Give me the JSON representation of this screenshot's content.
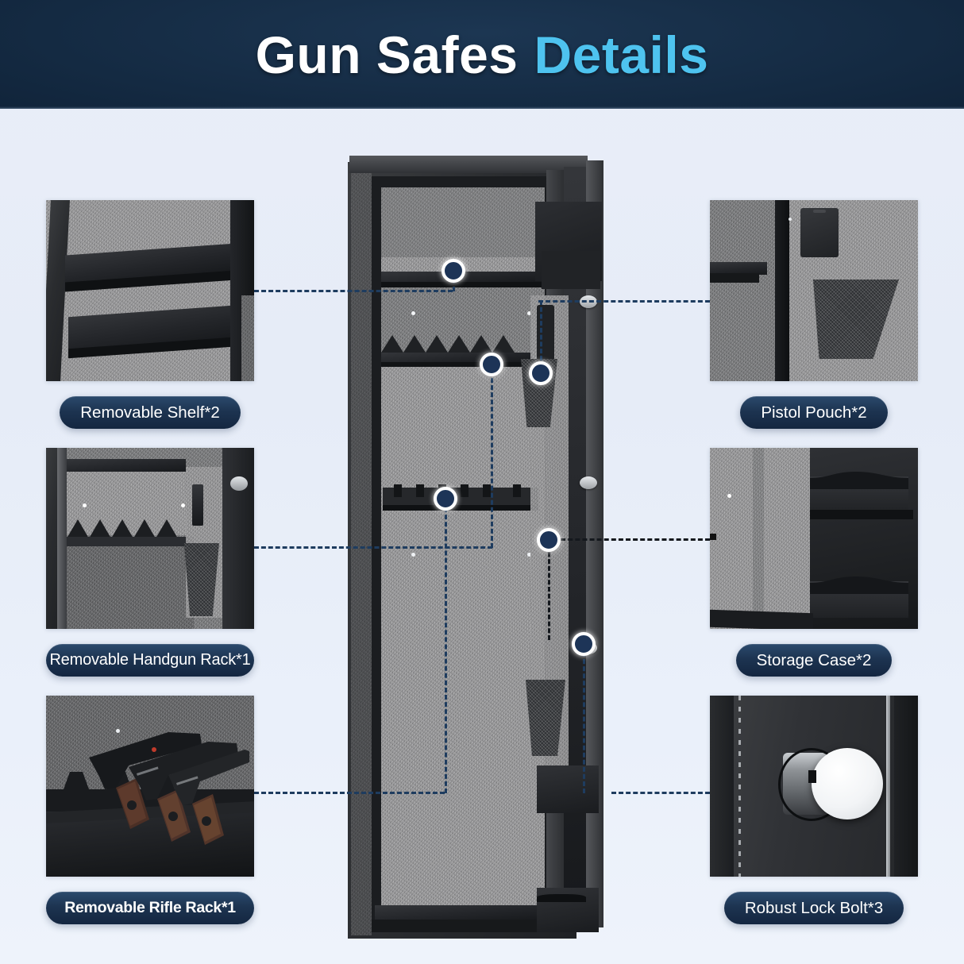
{
  "header": {
    "title_main": "Gun Safes",
    "title_accent": "Details",
    "bg_color": "#112a42",
    "accent_color": "#4ec3ef",
    "main_color": "#ffffff"
  },
  "theme": {
    "page_background": "#e8eef8",
    "pill_background": "#1d3451",
    "pill_text_color": "#ffffff",
    "dot_fill": "#1d3457",
    "dot_ring": "#ffffff",
    "leader_line_color": "#1e3c5f"
  },
  "features": [
    {
      "id": "removable-shelf",
      "label": "Removable Shelf*2",
      "side": "left",
      "photo": "two black removable steel shelves inside gray felt lined safe interior"
    },
    {
      "id": "removable-handgun-rack",
      "label": "Removable Handgun Rack*1",
      "side": "left",
      "photo": "sawtooth handgun rack shelf with mesh pistol pouch on open safe door"
    },
    {
      "id": "removable-rifle-rack",
      "label": "Removable Rifle Rack*1",
      "side": "left",
      "photo": "three wood grip pistols resting in the rifle rack slots"
    },
    {
      "id": "pistol-pouch",
      "label": "Pistol Pouch*2",
      "side": "right",
      "photo": "mesh pistol pouch and flat document pocket on the felt lined safe door"
    },
    {
      "id": "storage-case",
      "label": "Storage Case*2",
      "side": "right",
      "photo": "two stacked black storage cases mounted on the inside of the safe door"
    },
    {
      "id": "robust-lock-bolt",
      "label": "Robust Lock Bolt*3",
      "side": "right",
      "photo": "chrome cylindrical lock bolt extending from the safe door edge"
    }
  ],
  "product": {
    "name": "gun-safe-open-door-cutaway",
    "callout_count": 6
  }
}
